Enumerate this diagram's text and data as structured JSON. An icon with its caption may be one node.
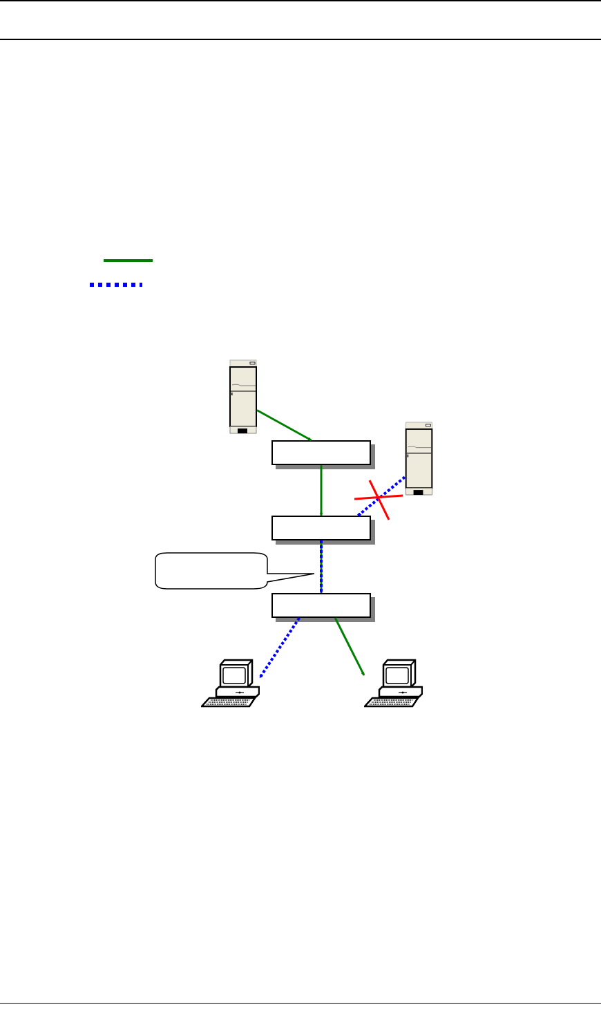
{
  "diagram": {
    "nodes": [
      {
        "text": [],
        "shape": "server"
      },
      {
        "text": [],
        "shape": "box"
      },
      {
        "text": [],
        "shape": "server"
      },
      {
        "text": [],
        "shape": "box"
      },
      {
        "text": [],
        "shape": "callout"
      },
      {
        "text": [],
        "shape": "box"
      },
      {
        "text": [],
        "shape": "computer"
      },
      {
        "text": [],
        "shape": "computer"
      }
    ],
    "edges": [
      {
        "from": 0,
        "to": 1,
        "arrow": "to"
      },
      {
        "from": 1,
        "to": 3,
        "arrow": "to"
      },
      {
        "from": 2,
        "to": 3,
        "arrow": "to",
        "style": "dashed",
        "color": "#0000ff"
      },
      {
        "from": 3,
        "to": 5,
        "arrow": "to"
      },
      {
        "from": 3,
        "to": 5,
        "arrow": "to",
        "style": "dashed",
        "color": "#0000ff"
      },
      {
        "from": 5,
        "to": 6,
        "arrow": "to",
        "style": "dashed",
        "color": "#0000ff"
      },
      {
        "from": 5,
        "to": 7,
        "arrow": "to"
      }
    ]
  }
}
